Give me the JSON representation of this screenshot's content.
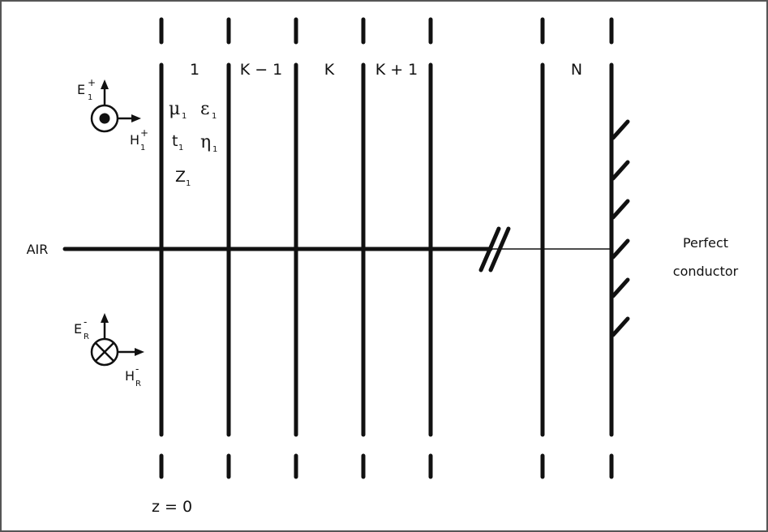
{
  "layer_labels": {
    "first": "1",
    "k_minus_1": "K − 1",
    "k": "K",
    "k_plus_1": "K + 1",
    "n": "N"
  },
  "layer1_params": {
    "mu": "μ",
    "epsilon": "ε",
    "t": "t",
    "eta": "η",
    "z": "Z",
    "subscript": "1"
  },
  "incident_field": {
    "e_label": "E",
    "e_sup": "+",
    "e_sub": "1",
    "h_label": "H",
    "h_sup": "+",
    "h_sub": "1"
  },
  "reflected_field": {
    "e_label": "E",
    "e_sup": "-",
    "e_sub": "R",
    "h_label": "H",
    "h_sup": "-",
    "h_sub": "R"
  },
  "medium_left": "AIR",
  "medium_right": [
    "Perfect",
    "conductor"
  ],
  "origin_label": "z = 0",
  "colors": {
    "line": "#111111",
    "border": "#555555",
    "background": "#ffffff"
  }
}
